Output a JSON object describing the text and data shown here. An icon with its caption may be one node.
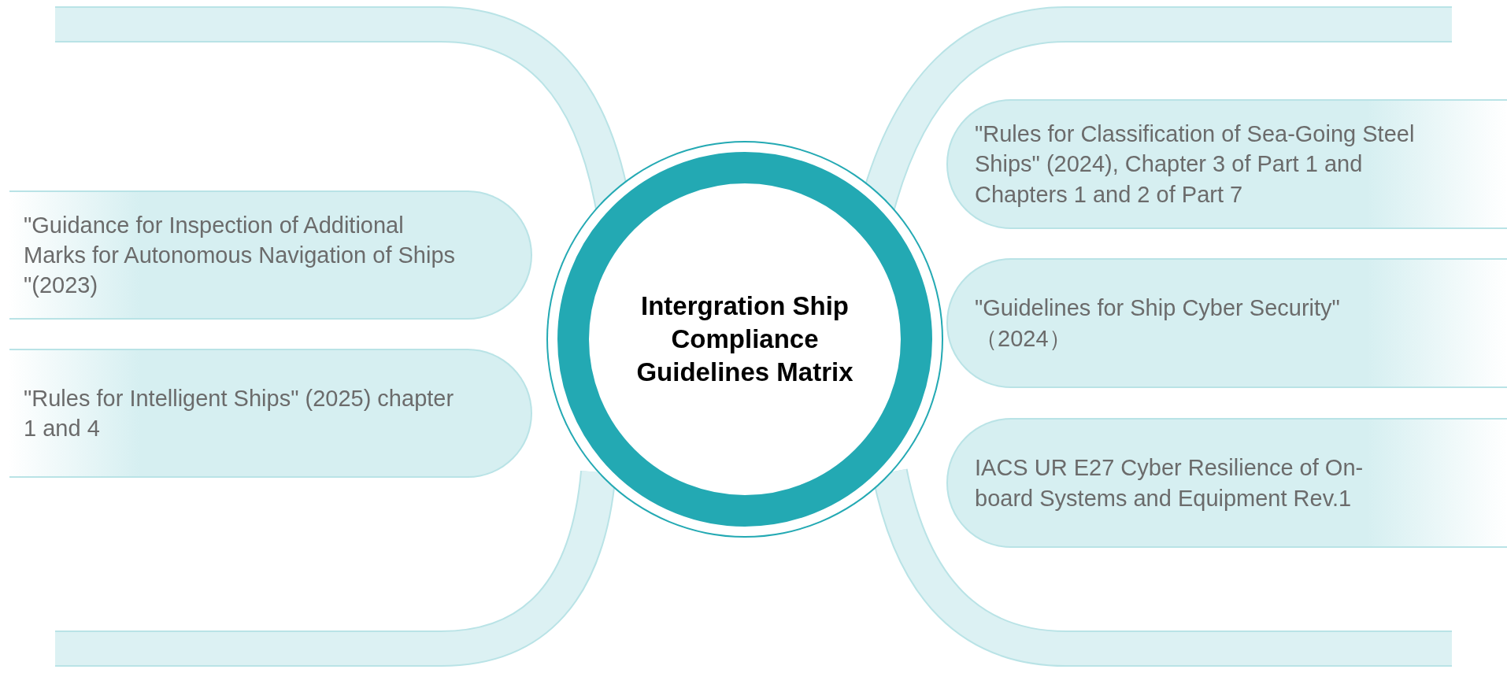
{
  "diagram": {
    "nodes": [
      {
        "text": [
          "Intergration Ship Compliance Guidelines Matrix"
        ]
      },
      {
        "text": [
          "\"Guidance for Inspection of Additional Marks for Autonomous Navigation of Ships \"(2023)"
        ]
      },
      {
        "text": [
          "\"Rules for Intelligent Ships\" (2025) chapter 1 and 4"
        ]
      },
      {
        "text": [
          "\"Rules for Classification of Sea-Going Steel Ships\" (2024), Chapter 3 of Part 1 and Chapters 1 and 2 of Part 7"
        ]
      },
      {
        "text": [
          "\"Guidelines for Ship Cyber Security\" （2024）"
        ]
      },
      {
        "text": [
          "IACS UR E27 Cyber Resilience of On-board Systems and Equipment Rev.1"
        ]
      }
    ]
  }
}
